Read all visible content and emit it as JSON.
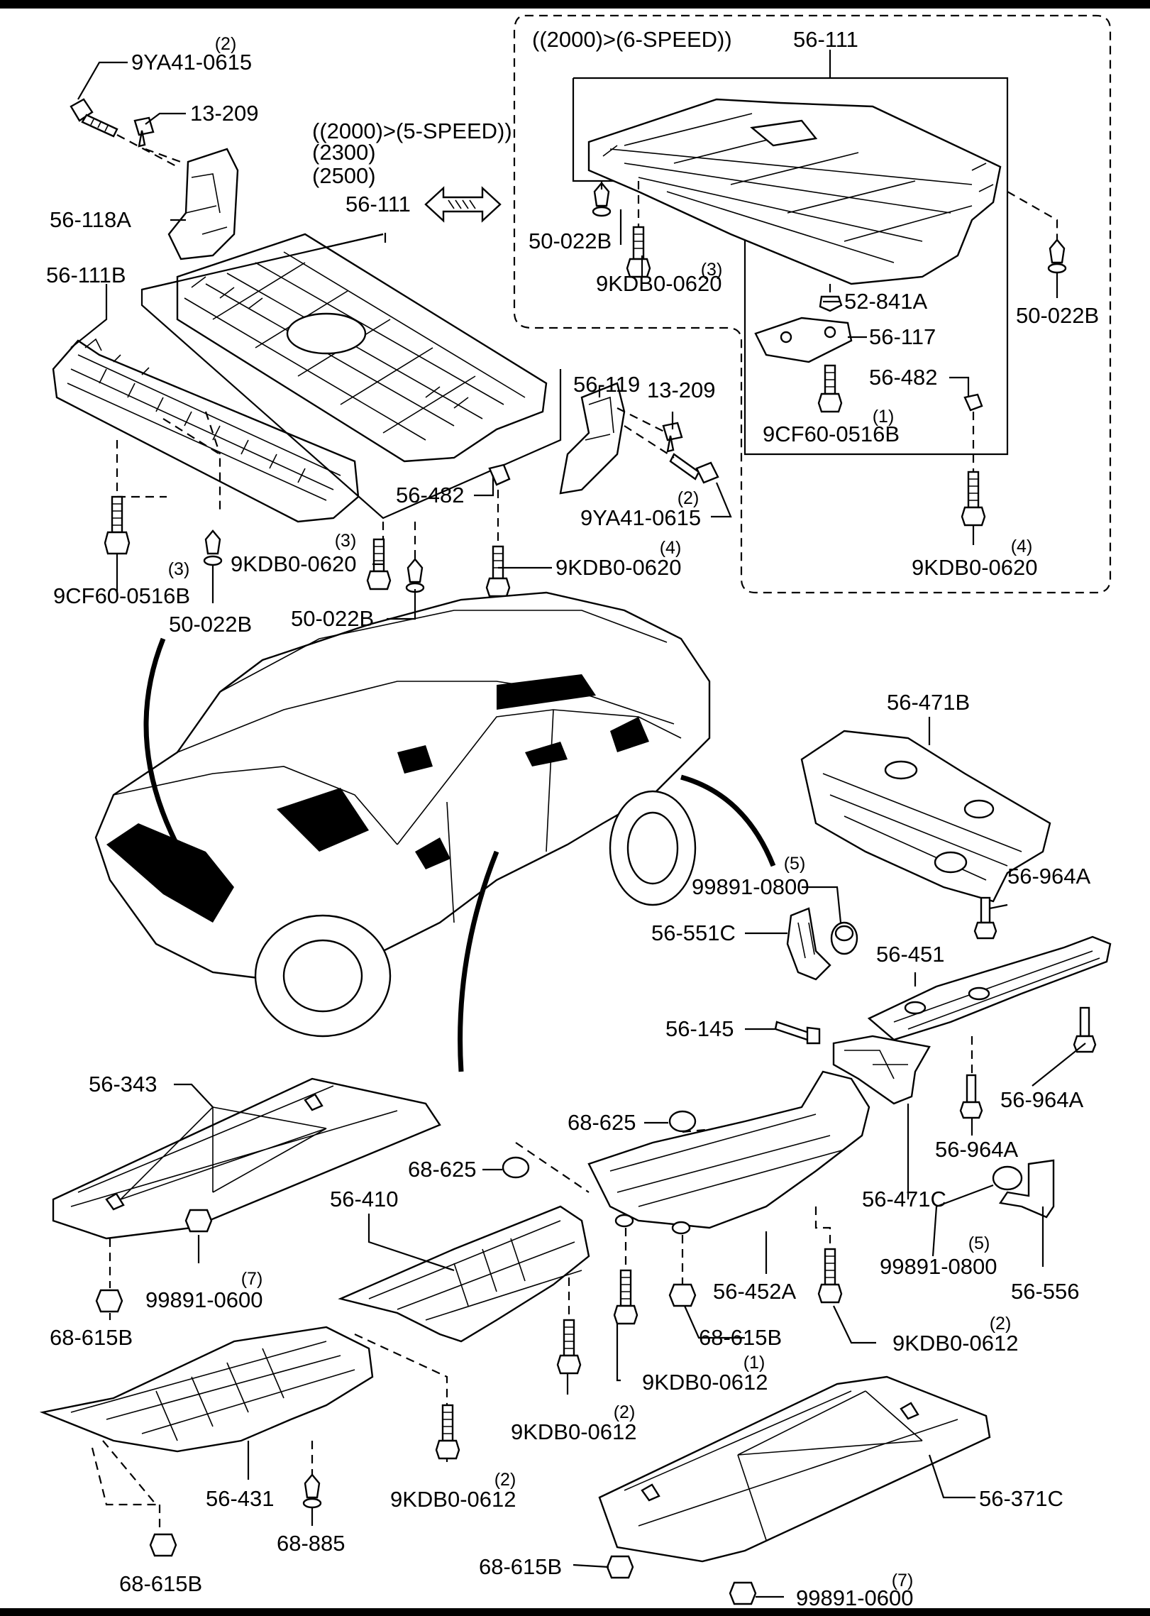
{
  "labels": {
    "l_9ya41_top": "9YA41-0615",
    "q_9ya41_top": "(2)",
    "l_13209_top": "13-209",
    "l_56118a": "56-118A",
    "l_variant5": "((2000)>(5-SPEED))",
    "l_2300": "(2300)",
    "l_2500": "(2500)",
    "l_56111_left": "56-111",
    "l_56111b": "56-111B",
    "l_variant6": "((2000)>(6-SPEED))",
    "l_56111_right": "56-111",
    "l_50022b_a": "50-022B",
    "l_9kdb_a": "9KDB0-0620",
    "q_9kdb_a": "(3)",
    "l_52841a": "52-841A",
    "l_50022b_b": "50-022B",
    "l_56117": "56-117",
    "l_56482_r": "56-482",
    "l_9cf60_r": "9CF60-0516B",
    "q_9cf60_r": "(1)",
    "l_56119": "56-119",
    "l_13209_mid": "13-209",
    "l_9ya41_mid": "9YA41-0615",
    "q_9ya41_mid": "(2)",
    "l_56482_l": "56-482",
    "l_9kdb_b": "9KDB0-0620",
    "q_9kdb_b": "(3)",
    "l_9kdb_c": "9KDB0-0620",
    "q_9kdb_c": "(4)",
    "l_9kdb_d": "9KDB0-0620",
    "q_9kdb_d": "(4)",
    "l_9cf60_l": "9CF60-0516B",
    "q_9cf60_l": "(3)",
    "l_50022b_c": "50-022B",
    "l_50022b_d": "50-022B",
    "l_56471b": "56-471B",
    "l_99891_0800_a": "99891-0800",
    "q_99891_0800_a": "(5)",
    "l_56964a_a": "56-964A",
    "l_56551c": "56-551C",
    "l_56451": "56-451",
    "l_56145": "56-145",
    "l_56964a_b": "56-964A",
    "l_56964a_c": "56-964A",
    "l_56343": "56-343",
    "l_68625_a": "68-625",
    "l_68625_b": "68-625",
    "l_56410": "56-410",
    "l_56471c": "56-471C",
    "l_99891_0800_b": "99891-0800",
    "q_99891_0800_b": "(5)",
    "l_56556": "56-556",
    "l_56452a": "56-452A",
    "l_99891_0600_a": "99891-0600",
    "q_99891_0600_a": "(7)",
    "l_68615b_a": "68-615B",
    "l_68615b_b": "68-615B",
    "l_9kdb_0612_a": "9KDB0-0612",
    "q_9kdb_0612_a": "(2)",
    "l_9kdb_0612_b": "9KDB0-0612",
    "q_9kdb_0612_b": "(1)",
    "l_9kdb_0612_c": "9KDB0-0612",
    "q_9kdb_0612_c": "(2)",
    "l_9kdb_0612_d": "9KDB0-0612",
    "q_9kdb_0612_d": "(2)",
    "l_56431": "56-431",
    "l_68885": "68-885",
    "l_56371c": "56-371C",
    "l_68615b_c": "68-615B",
    "l_68615b_d": "68-615B",
    "l_99891_0600_b": "99891-0600",
    "q_99891_0600_b": "(7)"
  }
}
